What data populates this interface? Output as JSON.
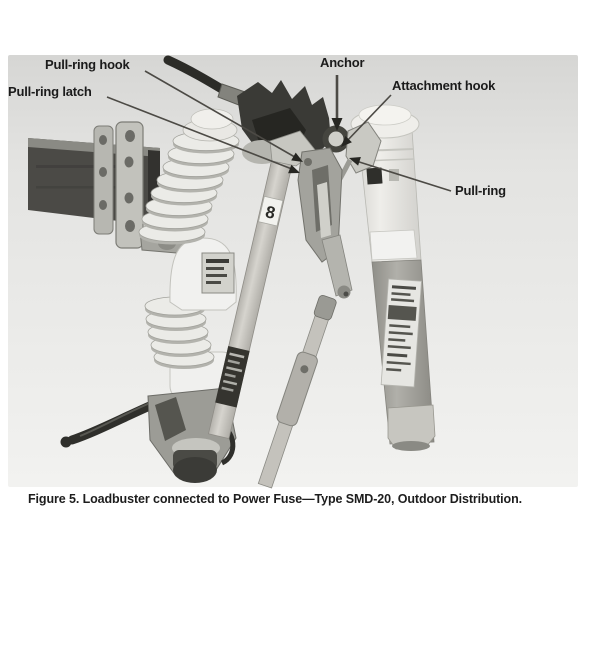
{
  "figure": {
    "labels": {
      "pull_ring_hook": "Pull-ring hook",
      "pull_ring_latch": "Pull-ring latch",
      "anchor": "Anchor",
      "attachment_hook": "Attachment hook",
      "pull_ring": "Pull-ring"
    },
    "pole_marking": "8",
    "caption": "Figure 5. Loadbuster connected to Power Fuse—Type SMD-20, Outdoor Distribution."
  },
  "colors": {
    "label_text": "#1b1b1b",
    "leader_line": "#4c4a45",
    "photo_background_top": "#d6d6d4",
    "photo_background_bottom": "#f2f2f0",
    "crossarm_dark": "#4b4a46",
    "porcelain_white": "#ebebe7",
    "metal_gray": "#a3a39d",
    "fuse_tube_lower": "#a7a6a0"
  }
}
